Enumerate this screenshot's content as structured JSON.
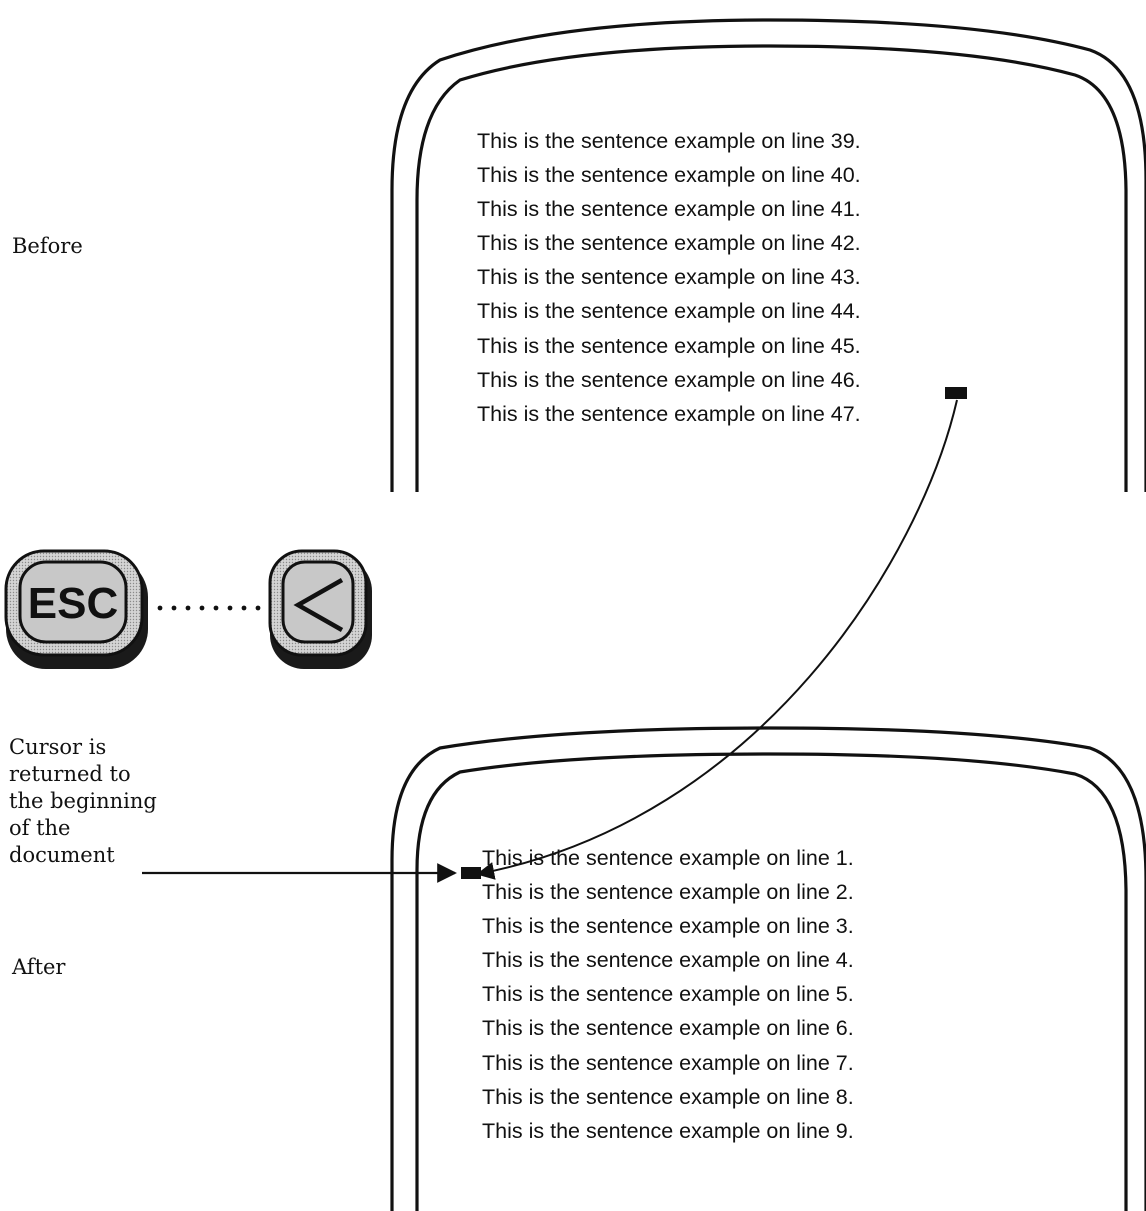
{
  "labels": {
    "before": "Before",
    "after": "After",
    "cursor_note": [
      "Cursor is",
      "returned to",
      "the beginning",
      "of the",
      "document"
    ]
  },
  "keys": [
    {
      "label": "ESC",
      "icon": "esc-key-icon"
    },
    {
      "label": "<",
      "icon": "less-than-key-icon"
    }
  ],
  "before_screen": {
    "lines": [
      "This is the sentence example on line 39.",
      "This is the sentence example on line 40.",
      "This is the sentence example on line 41.",
      "This is the sentence example on line 42.",
      "This is the sentence example on line 43.",
      "This is the sentence example on line 44.",
      "This is the sentence example on line 45.",
      "This is the sentence example on line 46.",
      "This is the sentence example on line 47."
    ]
  },
  "after_screen": {
    "lines": [
      "This is the sentence example on line 1.",
      "This is the sentence example on line 2.",
      "This is the sentence example on line 3.",
      "This is the sentence example on line 4.",
      "This is the sentence example on line 5.",
      "This is the sentence example on line 6.",
      "This is the sentence example on line 7.",
      "This is the sentence example on line 8.",
      "This is the sentence example on line 9."
    ]
  },
  "colors": {
    "ink": "#111111",
    "key_face": "#c8c8c8",
    "key_shadow": "#1a1a1a"
  }
}
